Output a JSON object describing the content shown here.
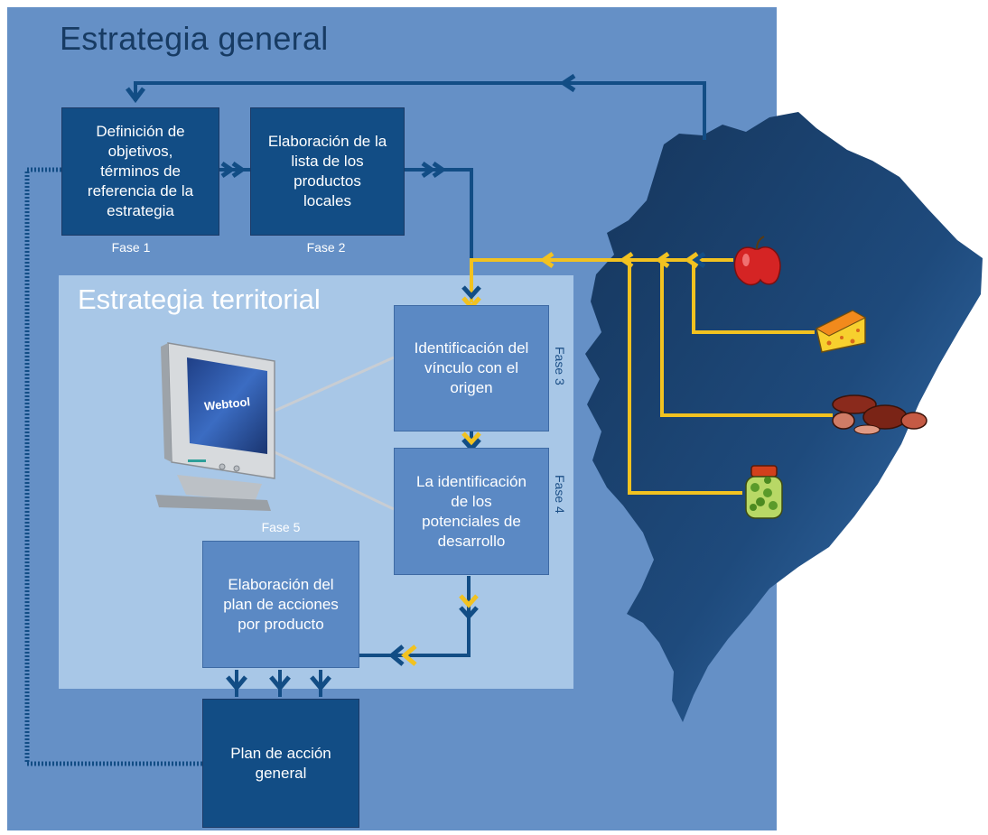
{
  "titles": {
    "general": "Estrategia general",
    "territorial": "Estrategia territorial"
  },
  "boxes": {
    "phase1": "Definición de\nobjetivos,\ntérminos de\nreferencia de la\nestrategia",
    "phase2": "Elaboración de la\nlista de los\nproductos\nlocales",
    "phase3": "Identificación del\nvínculo con el\norigen",
    "phase4": "La identificación\nde los\npotenciales de\ndesarrollo",
    "phase5": "Elaboración del\nplan de acciones\npor producto",
    "general_plan": "Plan de acción\ngeneral"
  },
  "phase_labels": {
    "f1": "Fase 1",
    "f2": "Fase 2",
    "f3": "Fase 3",
    "f4": "Fase 4",
    "f5": "Fase 5"
  },
  "webtool_label": "Webtool",
  "colors": {
    "outer_panel": "#6590c6",
    "inner_panel": "#a8c7e7",
    "dark_box": "#124d85",
    "mid_box": "#5b89c4",
    "map": "#1d4777",
    "arrow_blue": "#124d85",
    "arrow_yellow": "#f2c220",
    "dotted_line": "#124d85"
  },
  "icons": [
    "apple-icon",
    "cheese-icon",
    "sausage-icon",
    "olive-jar-icon",
    "computer-monitor-icon"
  ]
}
